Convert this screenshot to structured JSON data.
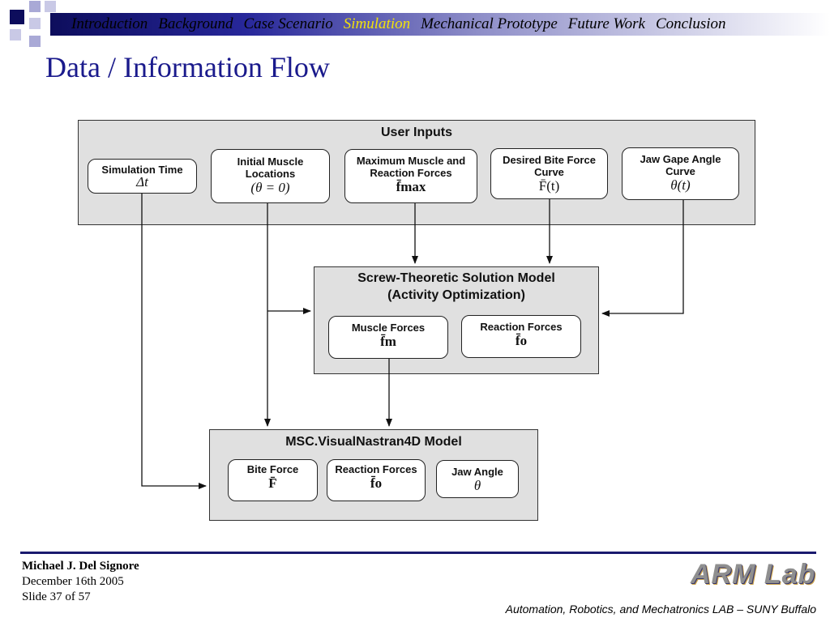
{
  "nav": {
    "items": [
      "Introduction",
      "Background",
      "Case Scenario",
      "Simulation",
      "Mechanical Prototype",
      "Future Work",
      "Conclusion"
    ],
    "active": "Simulation"
  },
  "title": "Data / Information Flow",
  "user_inputs": {
    "title": "User Inputs",
    "items": [
      {
        "label": "Simulation Time",
        "symbol": "Δt"
      },
      {
        "label": "Initial Muscle Locations",
        "symbol": "(θ = 0)"
      },
      {
        "label": "Maximum Muscle and Reaction Forces",
        "symbol": "f̄max"
      },
      {
        "label": "Desired Bite Force Curve",
        "symbol": "F̄(t)"
      },
      {
        "label": "Jaw Gape Angle Curve",
        "symbol": "θ(t)"
      }
    ]
  },
  "solution_model": {
    "title_line1": "Screw-Theoretic Solution Model",
    "title_line2": "(Activity Optimization)",
    "items": [
      {
        "label": "Muscle Forces",
        "symbol": "f̄m"
      },
      {
        "label": "Reaction Forces",
        "symbol": "f̄o"
      }
    ]
  },
  "nastran_model": {
    "title": "MSC.VisualNastran4D Model",
    "items": [
      {
        "label": "Bite Force",
        "symbol": "F̄"
      },
      {
        "label": "Reaction Forces",
        "symbol": "f̄o"
      },
      {
        "label": "Jaw Angle",
        "symbol": "θ"
      }
    ]
  },
  "footer": {
    "author": "Michael J. Del Signore",
    "date": "December 16th 2005",
    "slide": "Slide 37 of 57",
    "lab": "Automation, Robotics, and Mechatronics LAB – SUNY Buffalo",
    "logo": "ARM Lab"
  },
  "colors": {
    "title": "#1a1a8c",
    "nav_active": "#f2e20a",
    "nav_bar": "#0d0d5c"
  }
}
